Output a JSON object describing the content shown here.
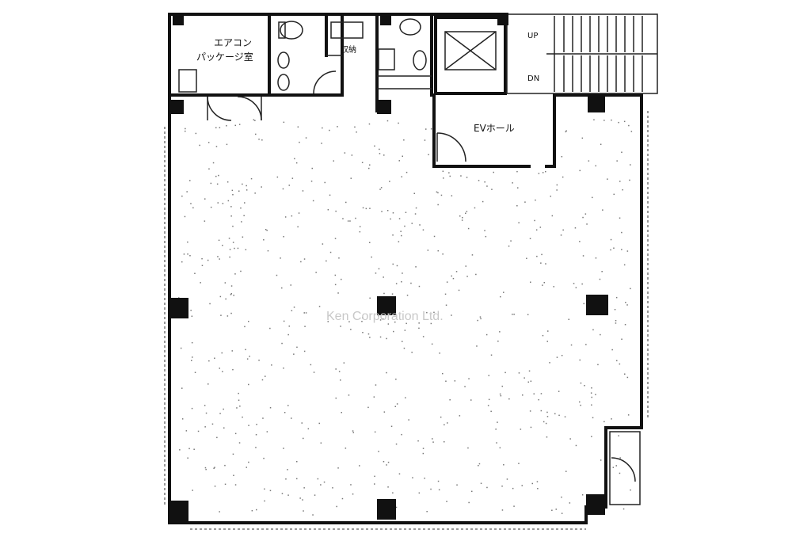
{
  "plan": {
    "labels": {
      "ac_line1": "エアコン",
      "ac_line2": "パッケージ室",
      "storage": "収納",
      "ev_hall": "EVホール",
      "stairs_up": "UP",
      "stairs_down": "DN"
    },
    "watermark": "Ken Corporation Ltd."
  }
}
